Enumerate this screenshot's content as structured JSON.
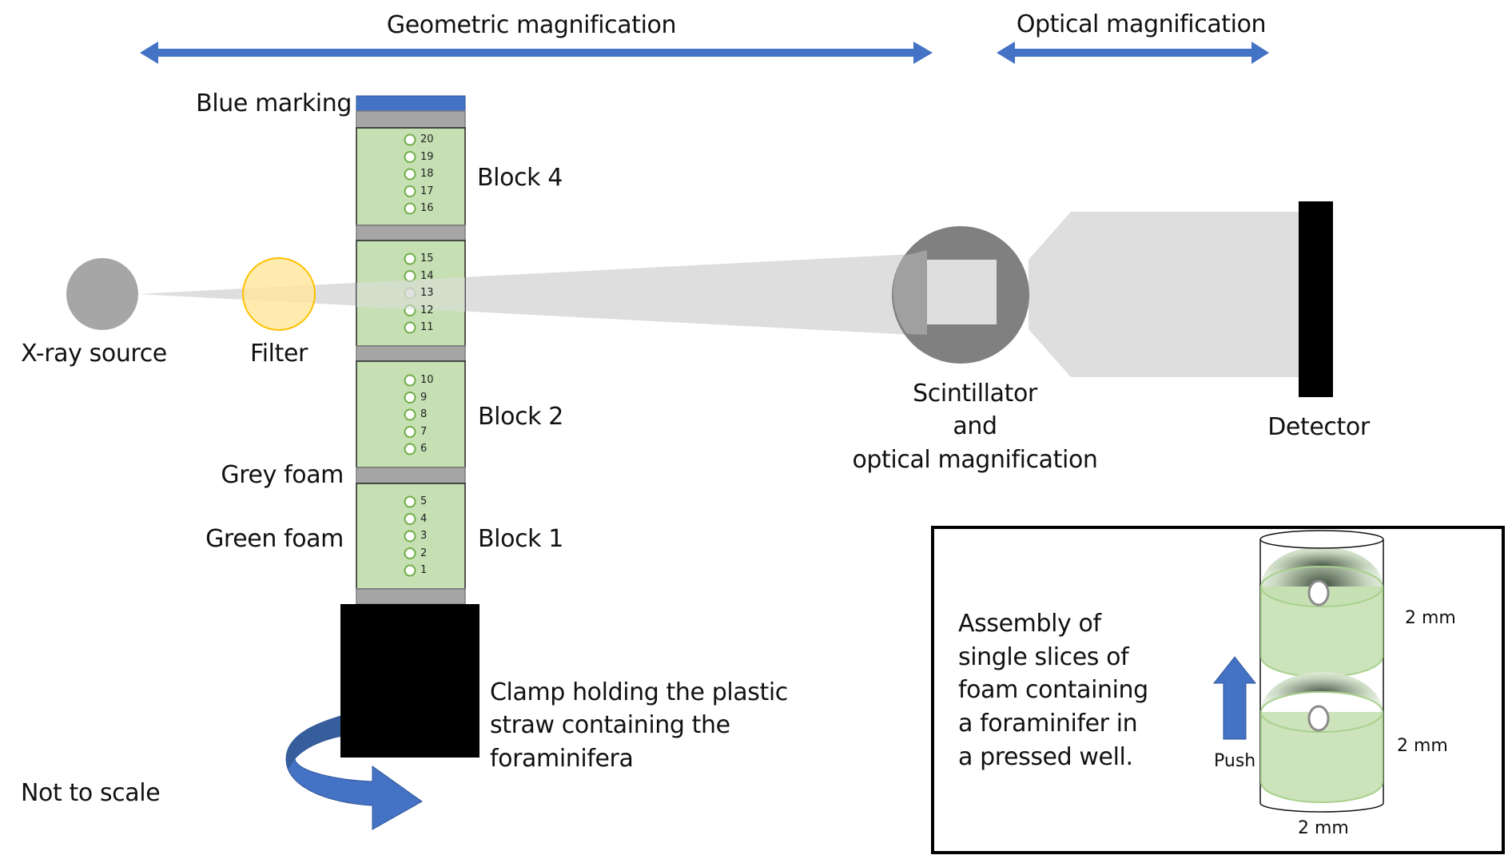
{
  "header": {
    "geometric_label": "Geometric magnification",
    "optical_label": "Optical magnification"
  },
  "colors": {
    "arrow_blue": "#4472c4",
    "foam_green": "#c6e0b4",
    "foam_green_border": "#70ad47",
    "grey_foam": "#a6a6a6",
    "beam_grey": "#dedede",
    "source_grey": "#a6a6a6",
    "filter_fill": "#ffe699",
    "filter_stroke": "#ffc000",
    "scintillator_grey": "#808080",
    "black": "#000000"
  },
  "components": {
    "xray_source": "X-ray source",
    "filter": "Filter",
    "scintillator": "Scintillator\nand\noptical magnification",
    "detector": "Detector"
  },
  "stack": {
    "blue_marking": "Blue marking",
    "grey_foam": "Grey foam",
    "green_foam": "Green foam",
    "blocks": [
      {
        "label": "Block 4",
        "samples": [
          "20",
          "19",
          "18",
          "17",
          "16"
        ]
      },
      {
        "label": "",
        "samples": [
          "15",
          "14",
          "13",
          "12",
          "11"
        ]
      },
      {
        "label": "Block 2",
        "samples": [
          "10",
          "9",
          "8",
          "7",
          "6"
        ]
      },
      {
        "label": "Block 1",
        "samples": [
          "5",
          "4",
          "3",
          "2",
          "1"
        ]
      }
    ],
    "clamp_label": "Clamp holding the plastic\nstraw containing the\nforaminifera"
  },
  "notes": {
    "not_to_scale": "Not to scale"
  },
  "inset": {
    "description": "Assembly of\nsingle slices of\nfoam containing\na foraminifer in\na pressed well.",
    "push_label": "Push",
    "dim_top_slice": "2 mm",
    "dim_bottom_slice": "2 mm",
    "dim_width": "2 mm"
  }
}
